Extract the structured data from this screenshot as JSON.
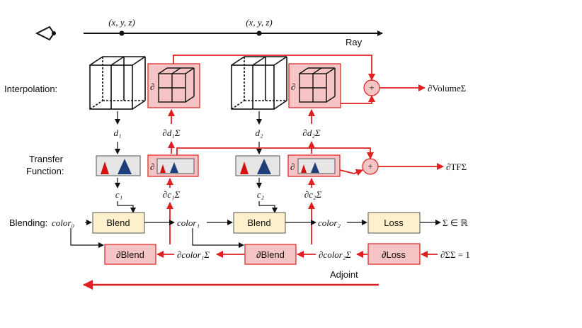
{
  "ray": {
    "label": "Ray",
    "point_labels": [
      "(x, y, z)",
      "(x, y, z)"
    ]
  },
  "adjoint_label": "Adjoint",
  "rows": {
    "interpolation": "Interpolation:",
    "transfer_function": [
      "Transfer",
      "Function:"
    ],
    "blending": "Blending:"
  },
  "interp_outputs": [
    "d₁",
    "d₂"
  ],
  "interp_gradients": [
    "∂d₁Σ",
    "∂d₂Σ"
  ],
  "tf_outputs": [
    "c₁",
    "c₂"
  ],
  "tf_gradients": [
    "∂c₁Σ",
    "∂c₂Σ"
  ],
  "partial_symbol": "∂",
  "plus_symbol": "+",
  "outputs": {
    "volume_gradient": "∂VolumeΣ",
    "tf_gradient": "∂TFΣ",
    "loss_output": "Σ ∈ ℝ",
    "seed": "∂ΣΣ = 1"
  },
  "colors_labels": [
    "color₀",
    "color₁",
    "color₂"
  ],
  "color_gradients": [
    "∂color₁Σ",
    "∂color₂Σ"
  ],
  "boxes": {
    "blend": "Blend",
    "dblend": "∂Blend",
    "loss": "Loss",
    "dloss": "∂Loss"
  },
  "colors": {
    "adjoint_red": "#e02020",
    "box_pink": "#f6c4c4",
    "box_cream": "#fdf0cc",
    "peak_red": "#d41010",
    "peak_blue": "#1f3f7a"
  }
}
